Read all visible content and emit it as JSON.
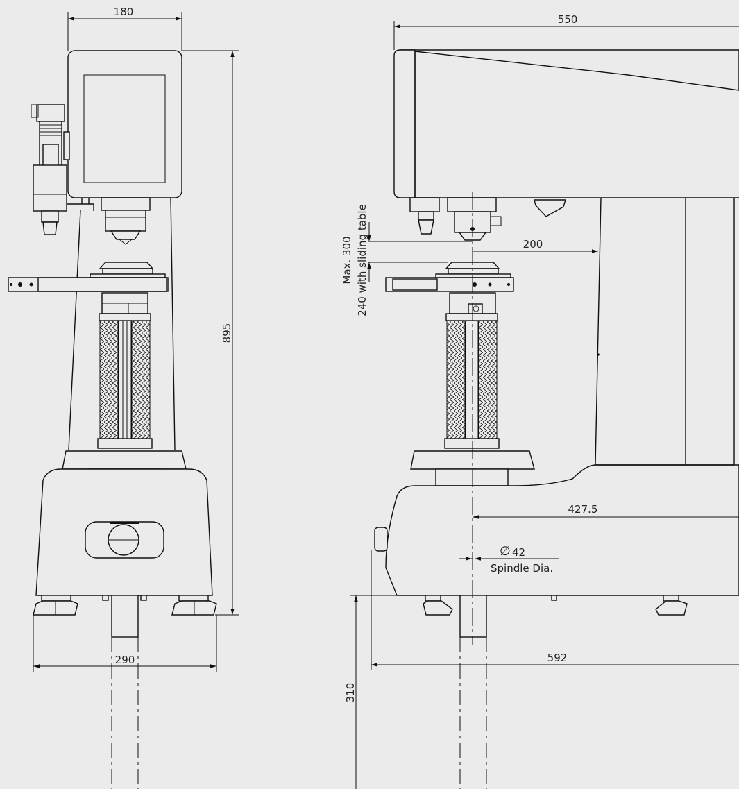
{
  "drawing": {
    "front_view": {
      "width_top": "180",
      "height": "895",
      "base_width": "290"
    },
    "side_view": {
      "length_top": "550",
      "throat": "200",
      "max_height_label": "Max. 300",
      "sliding_table_label": "240 with sliding table",
      "base_depth": "427.5",
      "spindle_dia_value": "42",
      "spindle_dia_symbol": "∅",
      "spindle_dia_label": "Spindle Dia.",
      "overall_depth": "592",
      "below_floor": "310"
    }
  }
}
